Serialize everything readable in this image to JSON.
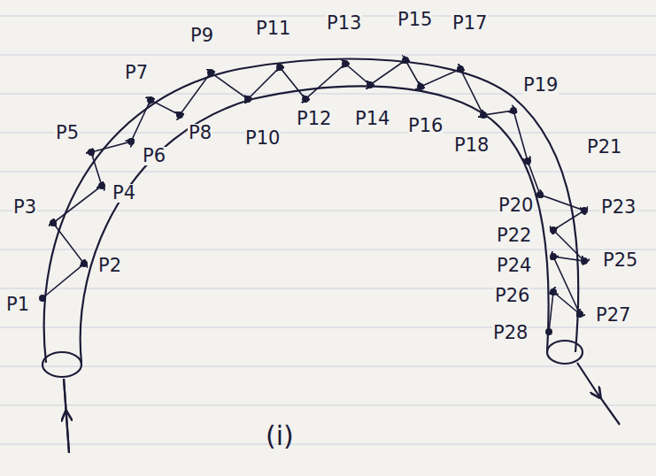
{
  "diagram": {
    "caption": "(i)",
    "labels": [
      "P1",
      "P2",
      "P3",
      "P4",
      "P5",
      "P6",
      "P7",
      "P8",
      "P9",
      "P10",
      "P11",
      "P12",
      "P13",
      "P14",
      "P15",
      "P16",
      "P17",
      "P18",
      "P19",
      "P20",
      "P21",
      "P22",
      "P23",
      "P24",
      "P25",
      "P26",
      "P27",
      "P28"
    ]
  }
}
